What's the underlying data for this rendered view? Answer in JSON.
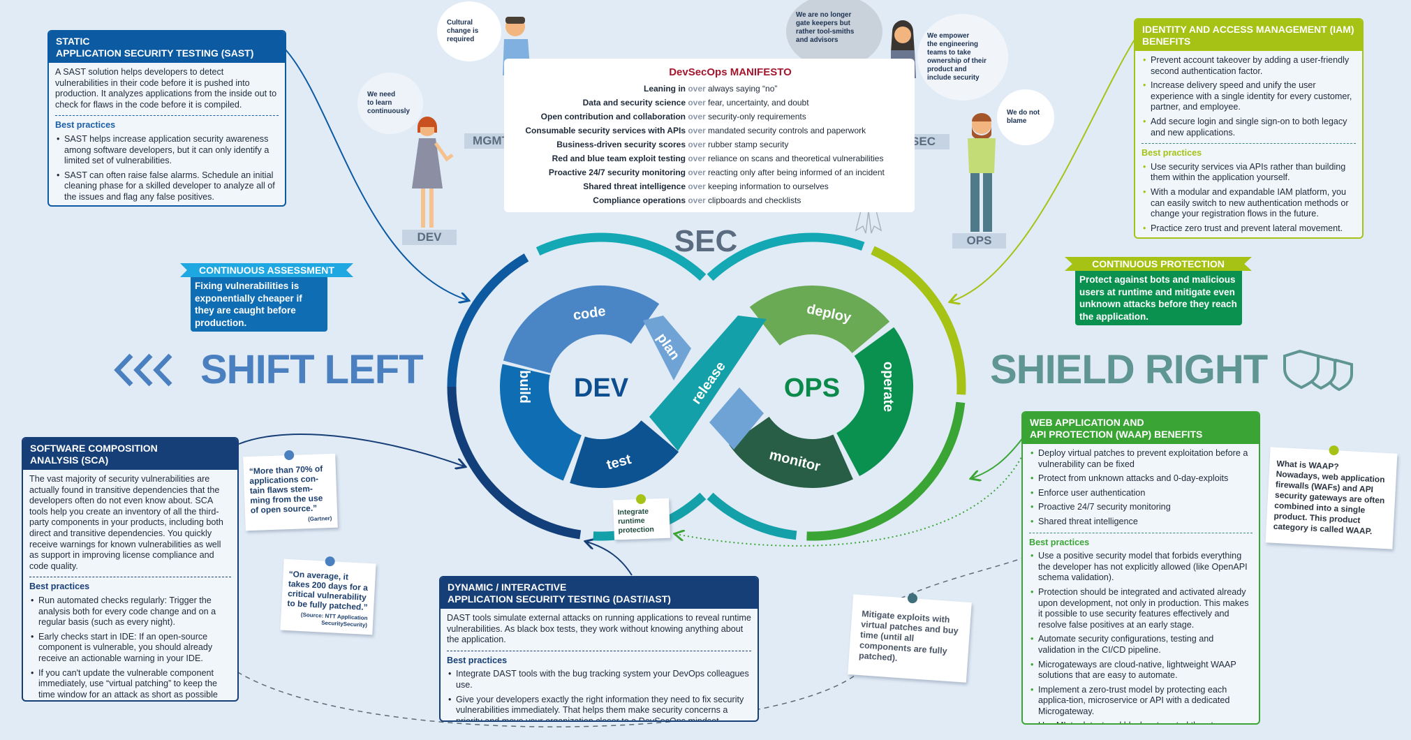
{
  "colors": {
    "background": "#e1ebf6",
    "sast": "#0b5aa2",
    "sca_dast": "#173f77",
    "iam": "#a6c214",
    "waap": "#3aa535",
    "manifesto_title": "#a3162d",
    "shift_left": "#4a7fc0",
    "shield_right": "#5f9593"
  },
  "people": [
    {
      "role": "DEV",
      "quote": "We need\nto learn\ncontinuously"
    },
    {
      "role": "MGMT",
      "quote": "Cultural\nchange is\nrequired"
    },
    {
      "role": "SEC",
      "quote": "We are no longer\ngate keepers but\nrather tool-smiths\nand advisors",
      "quote2": "We empower\nthe engineering\nteams to take\nownership of their\nproduct and\ninclude security"
    },
    {
      "role": "OPS",
      "quote": "We do not\nblame"
    }
  ],
  "manifesto": {
    "title": "DevSecOps MANIFESTO",
    "over": "over",
    "rows": [
      {
        "left": "Leaning in",
        "right": "always saying “no”"
      },
      {
        "left": "Data and security science",
        "right": "fear, uncertainty, and doubt"
      },
      {
        "left": "Open contribution and collaboration",
        "right": "security-only requirements"
      },
      {
        "left": "Consumable security services with APIs",
        "right": "mandated security controls and paperwork"
      },
      {
        "left": "Business-driven security scores",
        "right": "rubber stamp security"
      },
      {
        "left": "Red and blue team exploit testing",
        "right": "reliance on scans and theoretical vulnerabilities"
      },
      {
        "left": "Proactive 24/7 security monitoring",
        "right": "reacting only after being informed of an incident"
      },
      {
        "left": "Shared threat intelligence",
        "right": "keeping information to ourselves"
      },
      {
        "left": "Compliance operations",
        "right": "clipboards and checklists"
      }
    ]
  },
  "sast": {
    "title": "STATIC\nAPPLICATION SECURITY TESTING (SAST)",
    "intro": "A SAST solution helps developers to detect vulnerabilities in their code before it is pushed into production. It analyzes applications from the inside out to check for flaws in the code before it is compiled.",
    "bp_label": "Best practices",
    "items": [
      "SAST helps increase application security awareness among software developers, but it can only identify a limited set of vulnerabilities.",
      "SAST can often raise false alarms. Schedule an initial cleaning phase for a skilled developer to analyze all of the issues and flag any false positives."
    ]
  },
  "iam": {
    "title": "IDENTITY AND ACCESS MANAGEMENT (IAM)\nBENEFITS",
    "benefits": [
      "Prevent account takeover by adding a user-friendly second authentication factor.",
      "Increase delivery speed and unify the user experience with a single identity for every customer, partner, and employee.",
      "Add secure login and single sign-on to both legacy and new applications."
    ],
    "bp_label": "Best practices",
    "items": [
      "Use security services via APIs rather than building them within the application yourself.",
      "With a modular and expandable IAM platform, you can easily switch to new authentication methods or change your registration flows in the future.",
      "Practice zero trust and prevent lateral movement."
    ]
  },
  "continuous_assessment": {
    "title": "CONTINUOUS ASSESSMENT",
    "text": "Fixing vulnerabilities is exponentially cheaper if they are caught before production."
  },
  "continuous_protection": {
    "title": "CONTINUOUS PROTECTION",
    "text": "Protect against bots and malicious users at runtime and mitigate even unknown attacks before they reach the application."
  },
  "shift_left": "SHIFT LEFT",
  "shield_right": "SHIELD RIGHT",
  "loop": {
    "sec": "SEC",
    "dev": "DEV",
    "ops": "OPS",
    "stages": {
      "code": "code",
      "plan": "plan",
      "build": "build",
      "test": "test",
      "release": "release",
      "deploy": "deploy",
      "operate": "operate",
      "monitor": "monitor"
    }
  },
  "sca": {
    "title": "SOFTWARE COMPOSITION\nANALYSIS (SCA)",
    "intro": "The vast majority of security vulnerabilities are actually found in transitive dependencies that the developers often do not even know about. SCA tools help you create an inventory of all the third-party components in your products, including both direct and transitive dependencies. You quickly receive warnings for known vulnerabilities as well as support in improving license compliance and code quality.",
    "bp_label": "Best practices",
    "items": [
      "Run automated checks regularly: Trigger the analysis both for every code change and on a regular basis (such as every night).",
      "Early checks start in IDE: If an open-source component is vulnerable, you should already receive an actionable warning in your IDE.",
      "If you can't update the vulnerable component immediately, use “virtual patching” to keep the time window for an attack as short as possible (see WAAP)."
    ]
  },
  "notes": {
    "quote1": {
      "text": "“More than 70% of applications con-tain flaws stem-ming from the use of open source.”",
      "source": "(Gartner)"
    },
    "quote2": {
      "text": "“On average, it takes 200 days for a critical vulnerability to be fully patched.”",
      "source": "(Source: NTT Application SecuritySecurity)"
    },
    "integrate": "Integrate runtime protection",
    "mitigate": "Mitigate exploits with virtual patches and buy time (until all components are fully patched).",
    "waap_what": "What is WAAP?\nNowadays, web application firewalls (WAFs) and API security gateways are often combined into a single product. This product category is called WAAP."
  },
  "dast": {
    "title": "DYNAMIC / INTERACTIVE\nAPPLICATION SECURITY TESTING (DAST/IAST)",
    "intro": "DAST tools simulate external attacks on running applications to reveal runtime vulnerabilities. As black box tests, they work without knowing anything about the application.",
    "bp_label": "Best practices",
    "items": [
      "Integrate DAST tools with the bug tracking system your DevOps colleagues use.",
      "Give your developers exactly the right information they need to fix security vulnerabilities immediately. That helps them make security concerns a priority and move your organization closer to a DevSecOps mindset."
    ]
  },
  "waap": {
    "title": "WEB APPLICATION AND\nAPI PROTECTION (WAAP) BENEFITS",
    "benefits": [
      "Deploy virtual patches to prevent exploitation before a vulnerability can be fixed",
      "Protect from unknown attacks and 0-day-exploits",
      "Enforce user authentication",
      "Proactive 24/7 security monitoring",
      "Shared threat intelligence"
    ],
    "bp_label": "Best practices",
    "items": [
      "Use a positive security model that forbids everything the developer has not explicitly allowed (like OpenAPI schema validation).",
      "Protection should be integrated and activated already upon development, not only in production. This makes it possible to use security features effectively and resolve false positives at an early stage.",
      "Automate security configurations, testing and validation in the CI/CD pipeline.",
      "Microgateways are cloud-native, lightweight WAAP solutions that are easy to automate.",
      "Implement a zero-trust model by protecting each applica-tion, microservice or API with a dedicated Microgateway.",
      "Use ML to detect and block automated threats."
    ]
  }
}
